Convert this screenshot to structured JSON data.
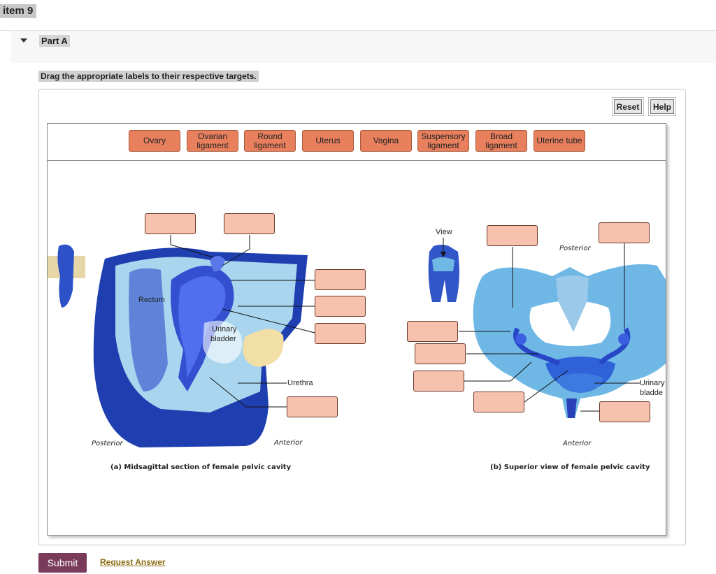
{
  "item_title": "item 9",
  "part_title": "Part A",
  "instructions": "Drag the appropriate labels to their respective targets.",
  "toolbar": {
    "reset_label": "Reset",
    "help_label": "Help"
  },
  "labels": [
    "Ovary",
    "Ovarian ligament",
    "Round ligament",
    "Uterus",
    "Vagina",
    "Suspensory ligament",
    "Broad ligament",
    "Uterine tube"
  ],
  "figure_a": {
    "rectum": "Rectum",
    "urinary_bladder": "Urinary bladder",
    "urethra": "Urethra",
    "posterior": "Posterior",
    "anterior": "Anterior",
    "caption": "(a) Midsagittal section of female pelvic cavity"
  },
  "figure_b": {
    "view": "View",
    "posterior": "Posterior",
    "urinary_bladder": "Urinary bladde",
    "anterior": "Anterior",
    "caption": "(b) Superior view of female pelvic cavity"
  },
  "footer": {
    "submit_label": "Submit",
    "request_answer_label": "Request Answer"
  },
  "colors": {
    "chip": "#e8805e",
    "target": "#f6c1ad",
    "submit": "#7a3b5a",
    "link": "#8a6d12"
  }
}
